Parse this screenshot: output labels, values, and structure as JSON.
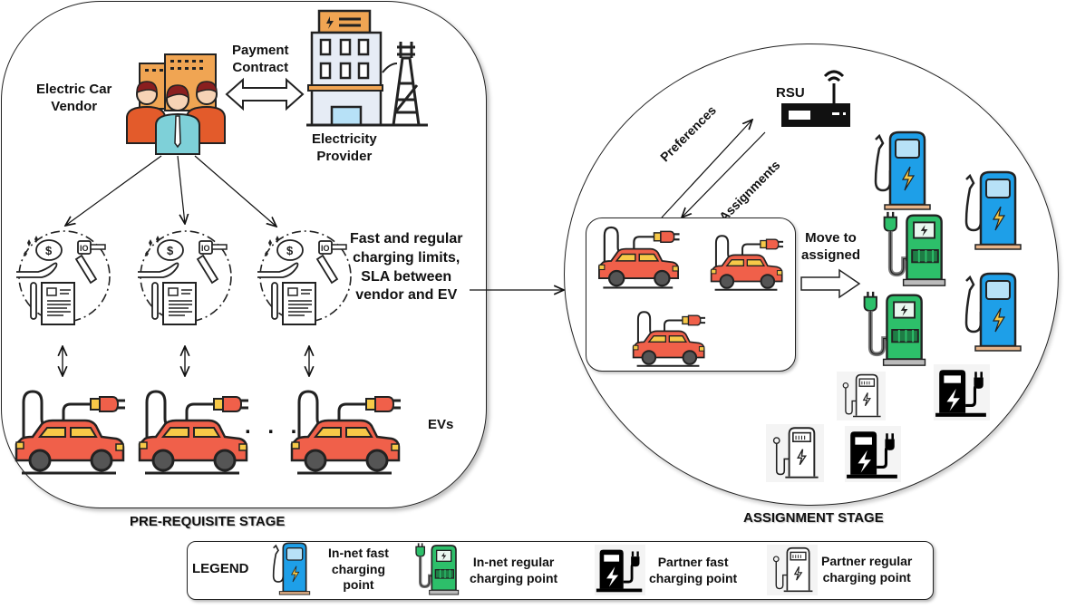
{
  "prerequisite_stage": {
    "title": "PRE-REQUISITE STAGE",
    "vendor_label_line1": "Electric Car",
    "vendor_label_line2": "Vendor",
    "contract_label_line1": "Payment",
    "contract_label_line2": "Contract",
    "provider_label_line1": "Electricity",
    "provider_label_line2": "Provider",
    "sla_label_line1": "Fast and regular",
    "sla_label_line2": "charging limits,",
    "sla_label_line3": "SLA between",
    "sla_label_line4": "vendor and EV",
    "evs_label": "EVs",
    "ellipsis": ". . ."
  },
  "assignment_stage": {
    "title": "ASSIGNMENT STAGE",
    "rsu_label": "RSU",
    "preferences_label": "Preferences",
    "assignments_label": "Assignments",
    "move_label_line1": "Move to",
    "move_label_line2": "assigned"
  },
  "legend": {
    "title": "LEGEND",
    "items": [
      {
        "icon": "in-net-fast-charger-icon",
        "line1": "In-net fast",
        "line2": "charging",
        "line3": "point"
      },
      {
        "icon": "in-net-regular-charger-icon",
        "line1": "In-net regular",
        "line2": "charging point"
      },
      {
        "icon": "partner-fast-charger-icon",
        "line1": "Partner fast",
        "line2": "charging point"
      },
      {
        "icon": "partner-regular-charger-icon",
        "line1": "Partner regular",
        "line2": "charging point"
      }
    ]
  },
  "colors": {
    "car_body": "#f0604a",
    "car_window": "#f7c948",
    "fast_charger": "#1e9fe8",
    "regular_charger": "#2dbf6a",
    "vendor_building": "#f0a553",
    "partner_fast": "#000000"
  }
}
